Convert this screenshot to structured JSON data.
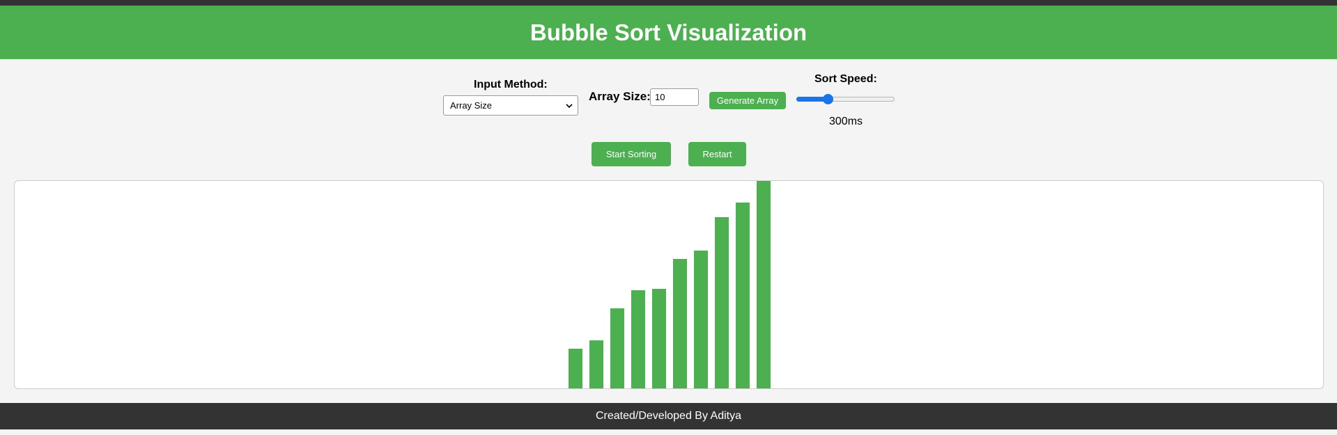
{
  "header": {
    "title": "Bubble Sort Visualization"
  },
  "controls": {
    "input_method_label": "Input Method:",
    "input_method_selected": "Array Size",
    "array_size_label": "Array Size:",
    "array_size_value": "10",
    "generate_button": "Generate Array",
    "sort_speed_label": "Sort Speed:",
    "sort_speed_value_text": "300ms",
    "sort_speed_fraction": 0.3,
    "start_button": "Start Sorting",
    "restart_button": "Restart"
  },
  "chart_data": {
    "type": "bar",
    "values": [
      59,
      71,
      117,
      143,
      145,
      188,
      200,
      248,
      269,
      300
    ],
    "ylim": [
      0,
      300
    ],
    "bar_color": "#4caf50"
  },
  "footer": {
    "credit": "Created/Developed By Aditya"
  },
  "colors": {
    "header_bg": "#4caf50",
    "button_bg": "#4caf50",
    "footer_bg": "#333333",
    "slider_accent": "#1a73e8"
  }
}
